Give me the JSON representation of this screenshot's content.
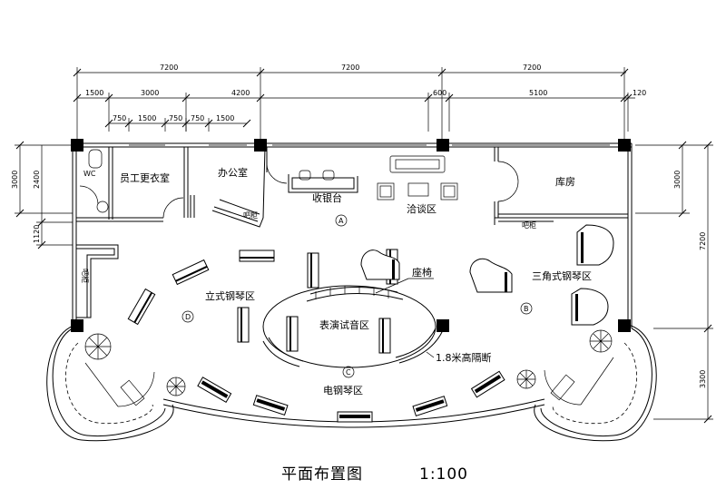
{
  "title": "平面布置图",
  "scale": "1:100",
  "dimensions": {
    "top_major": [
      "7200",
      "7200",
      "7200"
    ],
    "top_mid": [
      "1500",
      "3000",
      "4200",
      "600",
      "5100",
      "120"
    ],
    "top_inner": [
      "750",
      "1500",
      "750",
      "750",
      "1500"
    ],
    "left": [
      "3000",
      "2400",
      "1120"
    ],
    "right": [
      "3000",
      "7200",
      "3300"
    ]
  },
  "rooms": {
    "wc": "WC",
    "staff_locker": "员工更衣室",
    "office": "办公室",
    "cashier": "收银台",
    "negotiation": "洽谈区",
    "storage": "库房",
    "cabinet_1": "吧柜",
    "cabinet_2": "吧柜",
    "cabinet_3": "吧柜",
    "upright_piano": "立式钢琴区",
    "grand_piano": "三角式钢琴区",
    "performance": "表演试音区",
    "seat": "座椅",
    "partition": "1.8米高隔断",
    "digital_piano": "电钢琴区"
  },
  "markers": {
    "a": "A",
    "b": "B",
    "c": "C",
    "d": "D"
  }
}
